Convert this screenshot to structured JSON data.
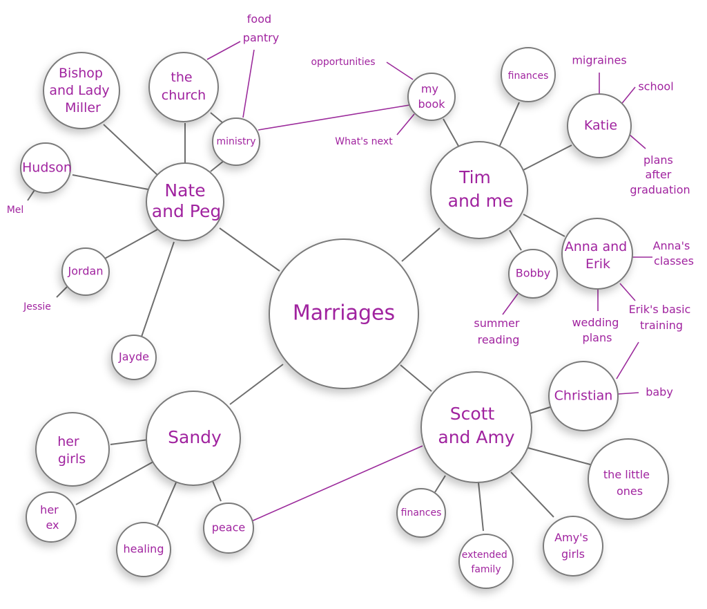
{
  "colors": {
    "text": "#a0239f",
    "node_stroke": "#7a7a7a",
    "edge": "#6e6e6e",
    "accent_edge": "#9b2a9b"
  },
  "nodes": {
    "marriages": "Marriages",
    "nate_peg": [
      "Nate",
      "and Peg"
    ],
    "tim_me": [
      "Tim",
      "and me"
    ],
    "sandy": "Sandy",
    "scott_amy": [
      "Scott",
      "and Amy"
    ],
    "bishop": [
      "Bishop",
      "and Lady",
      "Miller"
    ],
    "church": [
      "the",
      "church"
    ],
    "ministry": "ministry",
    "hudson": "Hudson",
    "jordan": "Jordan",
    "jayde": "Jayde",
    "my_book": [
      "my",
      "book"
    ],
    "finances_tim": "finances",
    "katie": "Katie",
    "anna_erik": [
      "Anna and",
      "Erik"
    ],
    "bobby": "Bobby",
    "christian": "Christian",
    "little_ones": [
      "the little",
      "ones"
    ],
    "amys_girls": [
      "Amy's",
      "girls"
    ],
    "extended_family": [
      "extended",
      "family"
    ],
    "finances_scott": "finances",
    "her_girls": [
      "her",
      "girls"
    ],
    "her_ex": [
      "her",
      "ex"
    ],
    "healing": "healing",
    "peace": "peace"
  },
  "labels": {
    "food_pantry": [
      "food",
      "pantry"
    ],
    "mel": "Mel",
    "jessie": "Jessie",
    "opportunities": "opportunities",
    "whats_next": "What's next",
    "migraines": "migraines",
    "school": "school",
    "plans_after_graduation": [
      "plans",
      "after",
      "graduation"
    ],
    "annas_classes": [
      "Anna's",
      "classes"
    ],
    "wedding_plans": [
      "wedding",
      "plans"
    ],
    "eriks_basic_training": [
      "Erik's basic",
      "training"
    ],
    "summer_reading": [
      "summer",
      "reading"
    ],
    "baby": "baby"
  }
}
